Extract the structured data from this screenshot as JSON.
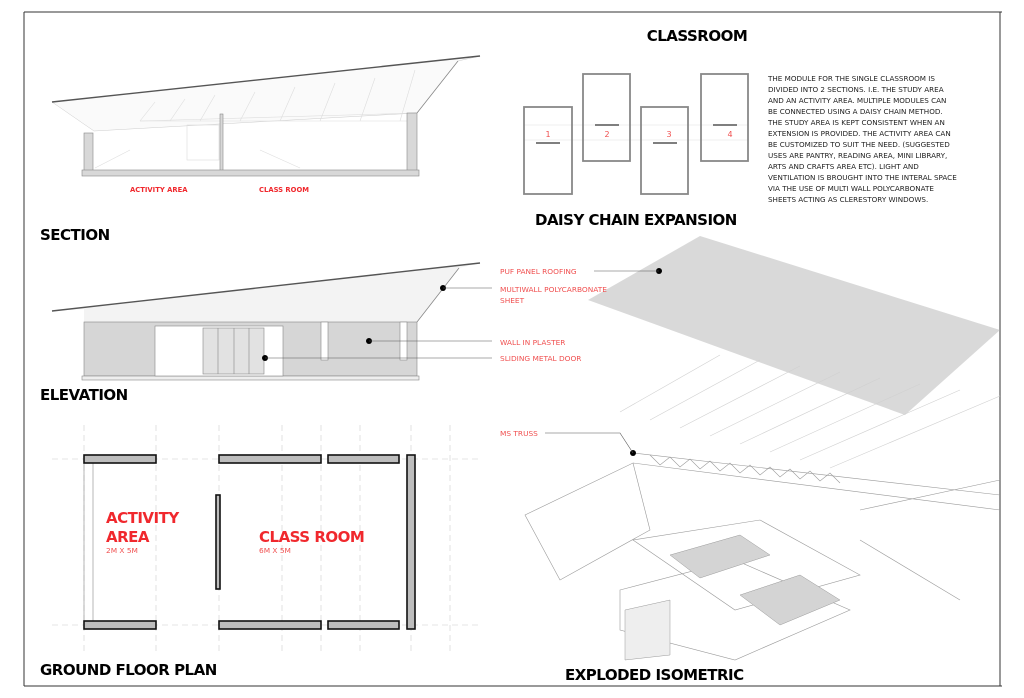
{
  "sheet": {
    "main_title": "CLASSROOM",
    "description": [
      "THE MODULE FOR THE SINGLE CLASSROOM IS",
      "DIVIDED INTO 2 SECTIONS. I.E. THE STUDY AREA",
      "AND AN ACTIVITY AREA. MULTIPLE MODULES CAN",
      "BE CONNECTED USING A DAISY CHAIN METHOD.",
      "THE STUDY AREA IS KEPT CONSISTENT WHEN AN",
      "EXTENSION IS PROVIDED.  THE ACTIVITY AREA CAN",
      "BE CUSTOMIZED TO SUIT THE NEED. (SUGGESTED",
      "USES ARE PANTRY, READING AREA, MINI LIBRARY,",
      "ARTS AND CRAFTS AREA ETC). LIGHT AND",
      "VENTILATION IS BROUGHT INTO THE INTERAL SPACE",
      "VIA THE USE OF MULTI WALL POLYCARBONATE",
      "SHEETS ACTING AS CLERESTORY WINDOWS."
    ]
  },
  "section": {
    "title": "SECTION",
    "label_activity": "ACTIVITY AREA",
    "label_classroom": "CLASS ROOM"
  },
  "elevation": {
    "title": "ELEVATION"
  },
  "plan": {
    "title": "GROUND FLOOR PLAN",
    "activity_line1": "ACTIVITY",
    "activity_line2": "AREA",
    "activity_size": "2M X 5M",
    "classroom": "CLASS ROOM",
    "classroom_size": "6M X 5M"
  },
  "daisy": {
    "title": "DAISY CHAIN EXPANSION",
    "modules": [
      "1",
      "2",
      "3",
      "4"
    ]
  },
  "isometric": {
    "title": "EXPLODED ISOMETRIC",
    "callouts": {
      "roofing": "PUF PANEL ROOFING",
      "poly1": "MULTIWALL POLYCARBONATE",
      "poly2": "SHEET",
      "wall": "WALL IN PLASTER",
      "door": "SLIDING METAL DOOR",
      "truss": "MS TRUSS"
    }
  },
  "colors": {
    "accent": "#f0282d",
    "wall_fill": "#bdbdbd"
  }
}
